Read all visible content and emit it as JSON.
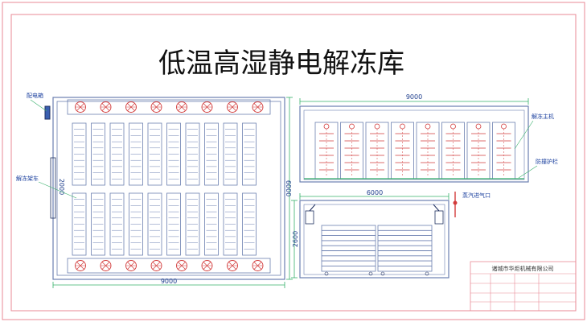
{
  "drawing": {
    "title": "低温高湿静电解冻库",
    "labels": {
      "power_box": "配电箱",
      "thaw_cart": "解冻架车",
      "thaw_host": "解冻主机",
      "guard_rail": "防撞护栏",
      "steam_inlet": "蒸汽进气口"
    },
    "dimensions": {
      "plan_width": "9000",
      "plan_depth": "6000",
      "cart_zone": "2000",
      "elev_width": "9000",
      "side_width": "6000",
      "side_height": "2600"
    },
    "company": "诸城市华炬机械有限公司"
  }
}
